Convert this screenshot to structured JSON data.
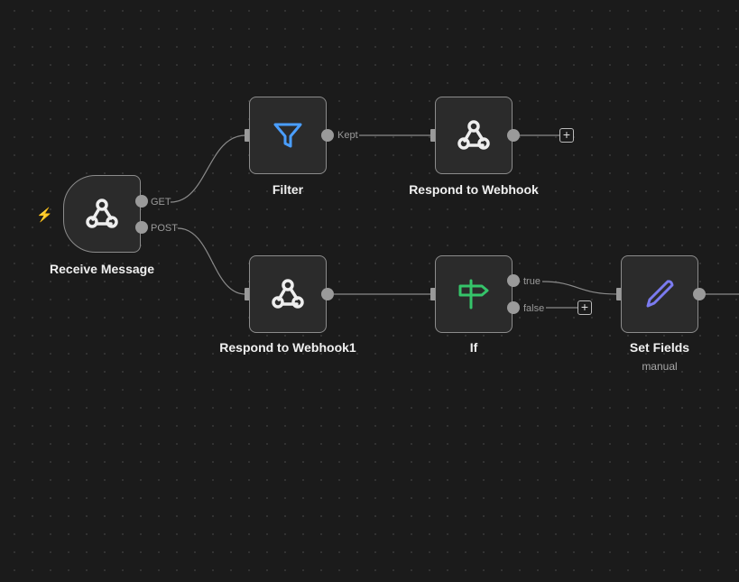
{
  "nodes": {
    "receive": {
      "name": "Receive Message",
      "icon": "webhook-icon",
      "outputs": [
        "GET",
        "POST"
      ]
    },
    "filter": {
      "name": "Filter",
      "icon": "filter-icon",
      "output": "Kept"
    },
    "respond": {
      "name": "Respond to Webhook",
      "icon": "webhook-icon"
    },
    "respond1": {
      "name": "Respond to Webhook1",
      "icon": "webhook-icon"
    },
    "if": {
      "name": "If",
      "icon": "signpost-icon",
      "outputs": [
        "true",
        "false"
      ]
    },
    "set": {
      "name": "Set Fields",
      "subtitle": "manual",
      "icon": "pencil-icon"
    }
  },
  "add_button": "+",
  "colors": {
    "background": "#1b1b1b",
    "filter": "#4a9eff",
    "if": "#35c46a",
    "set": "#7b7bf0",
    "trigger": "#ea5a4a"
  }
}
